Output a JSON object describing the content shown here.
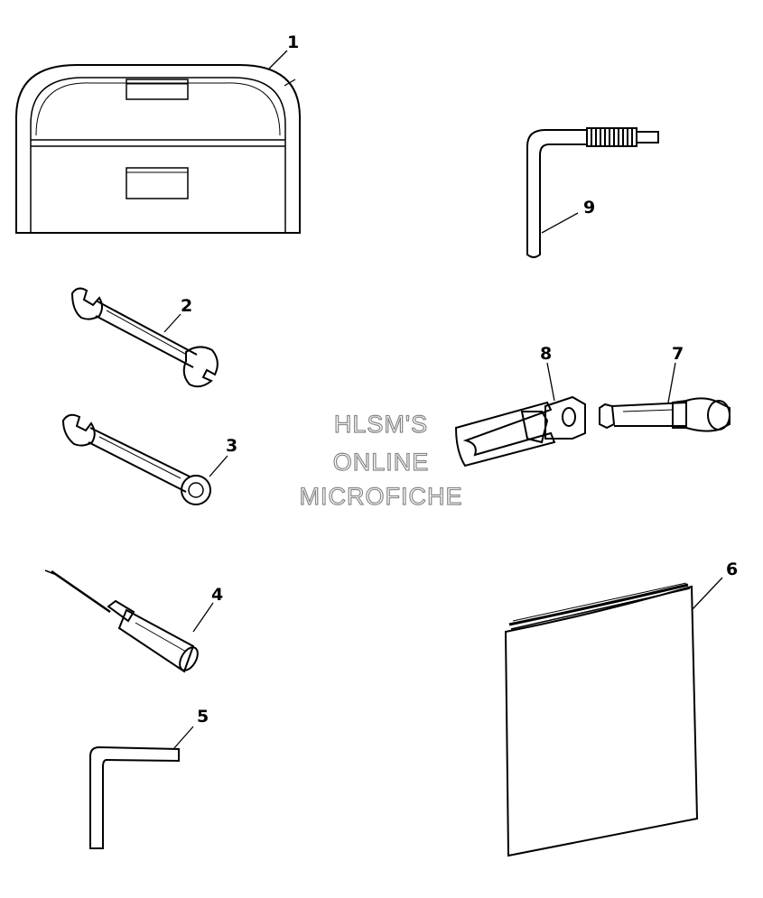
{
  "diagram": {
    "callouts": [
      {
        "id": "1",
        "label": "1"
      },
      {
        "id": "2",
        "label": "2"
      },
      {
        "id": "3",
        "label": "3"
      },
      {
        "id": "4",
        "label": "4"
      },
      {
        "id": "5",
        "label": "5"
      },
      {
        "id": "6",
        "label": "6"
      },
      {
        "id": "7",
        "label": "7"
      },
      {
        "id": "8",
        "label": "8"
      },
      {
        "id": "9",
        "label": "9"
      }
    ],
    "watermark": {
      "line1": "HLSM'S",
      "line2": "ONLINE",
      "line3": "MICROFICHE"
    }
  }
}
